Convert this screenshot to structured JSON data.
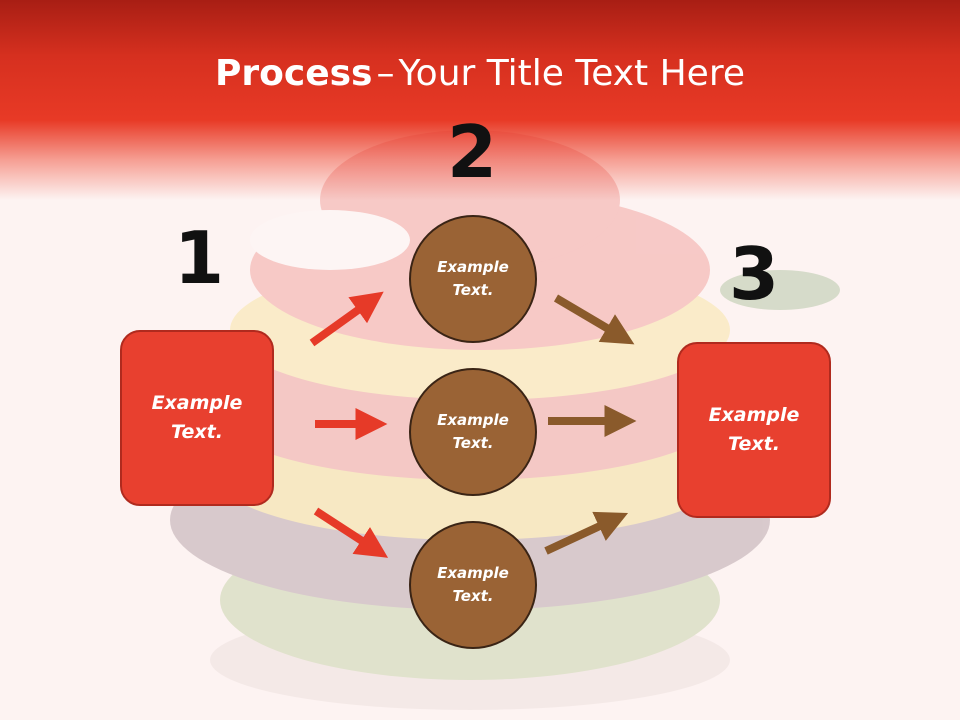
{
  "slide": {
    "title_bold": "Process",
    "title_dash": "–",
    "title_rest": "Your Title Text Here"
  },
  "steps": {
    "one": "1",
    "two": "2",
    "three": "3"
  },
  "left_box": {
    "line1": "Example",
    "line2": "Text."
  },
  "right_box": {
    "line1": "Example",
    "line2": "Text."
  },
  "circles": [
    {
      "line1": "Example",
      "line2": "Text."
    },
    {
      "line1": "Example",
      "line2": "Text."
    },
    {
      "line1": "Example",
      "line2": "Text."
    }
  ],
  "colors": {
    "header_red": "#e83a26",
    "box_red": "#e8402f",
    "circle_brown": "#9a6335",
    "arrow_red": "#e63a28",
    "arrow_brown": "#8a5a2b"
  }
}
